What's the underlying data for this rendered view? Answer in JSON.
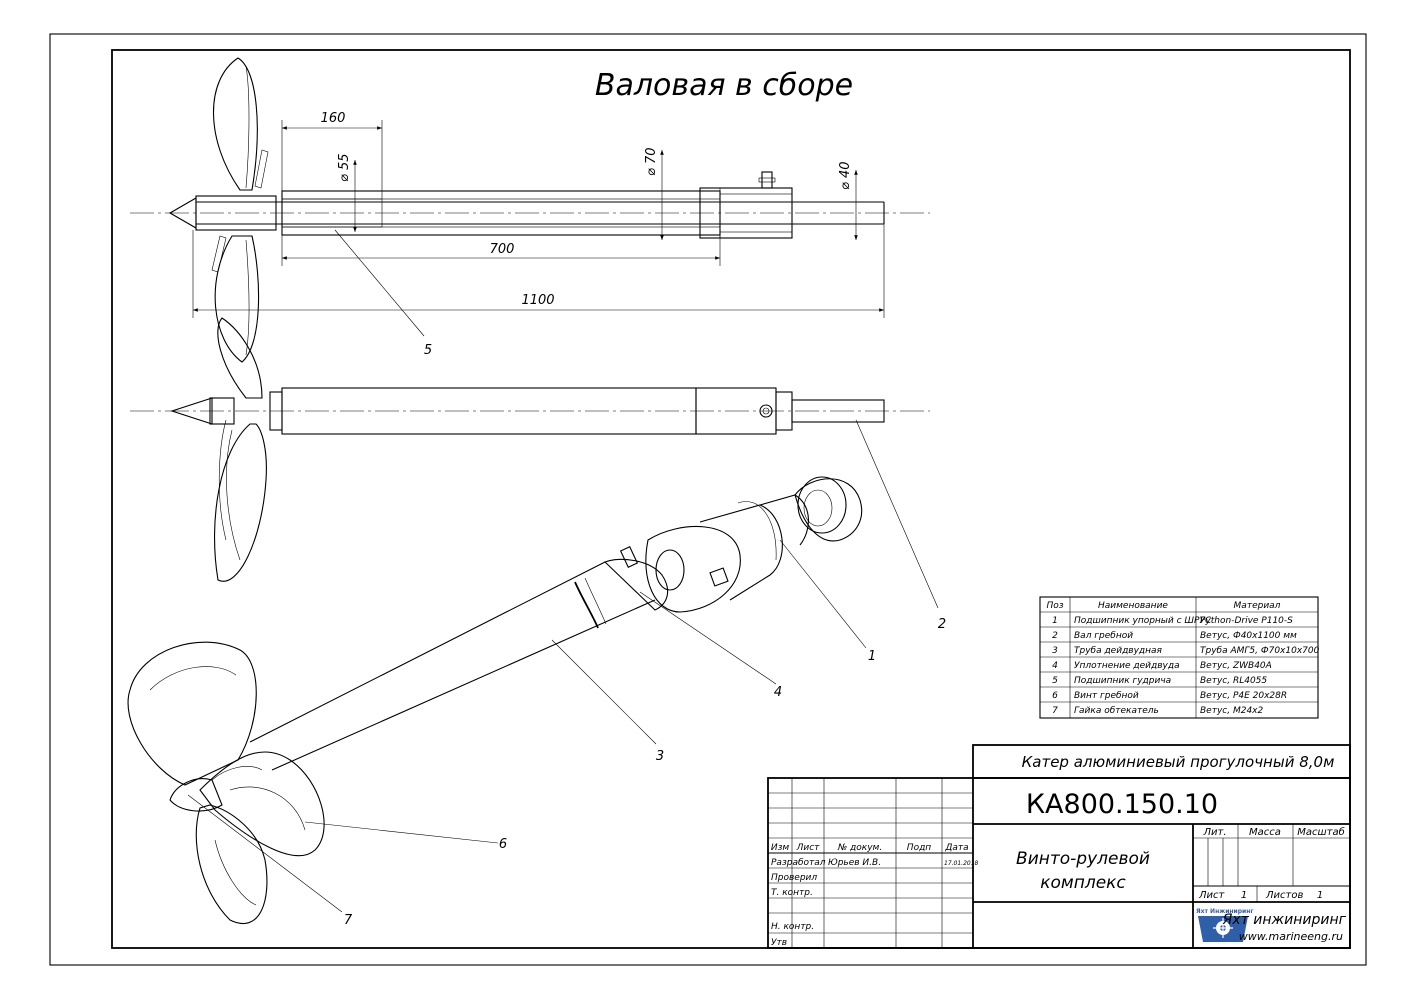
{
  "drawing": {
    "title": "Валовая в сборе",
    "dimensions": {
      "d160": "160",
      "d55": "⌀ 55",
      "d70": "⌀ 70",
      "d40": "⌀ 40",
      "d700": "700",
      "d1100": "1100"
    },
    "callouts": [
      "1",
      "2",
      "3",
      "4",
      "5",
      "6",
      "7"
    ]
  },
  "parts_table": {
    "headers": [
      "Поз",
      "Наименование",
      "Материал"
    ],
    "rows": [
      [
        "1",
        "Подшипник упорный с ШРУС",
        "Python-Drive P110-S"
      ],
      [
        "2",
        "Вал гребной",
        "Ветус, Ф40х1100 мм"
      ],
      [
        "3",
        "Труба дейдвудная",
        "Труба АМГ5, Ф70х10х700"
      ],
      [
        "4",
        "Уплотнение дейдвуда",
        "Ветус, ZWB40A"
      ],
      [
        "5",
        "Подшипник гудрича",
        "Ветус, RL4055"
      ],
      [
        "6",
        "Винт гребной",
        "Ветус, P4E 20х28R"
      ],
      [
        "7",
        "Гайка обтекатель",
        "Ветус, М24х2"
      ]
    ]
  },
  "title_block": {
    "project": "Катер алюминиевый прогулочный 8,0м",
    "doc_number": "КА800.150.10",
    "name_line1": "Винто-рулевой",
    "name_line2": "комплекс",
    "col_izm": "Изм",
    "col_list": "Лист",
    "col_docnum": "№ докум.",
    "col_podp": "Подп",
    "col_data": "Дата",
    "row_razrab": "Разработал",
    "razrab_name": "Юрьев И.В.",
    "razrab_date": "17.01.2018",
    "row_proveril": "Проверил",
    "row_tkontr": "Т. контр.",
    "row_nkontr": "Н. контр.",
    "row_utv": "Утв",
    "lit": "Лит.",
    "massa": "Масса",
    "masshtab": "Масштаб",
    "sheet_label": "Лист",
    "sheet_value": "1",
    "sheets_label": "Листов",
    "sheets_value": "1",
    "company_logo_text": "Яхт Инжиниринг",
    "company": "Яхт инжиниринг",
    "website": "www.marineeng.ru"
  },
  "colors": {
    "logo": "#2f5fa8",
    "line": "#000000"
  }
}
